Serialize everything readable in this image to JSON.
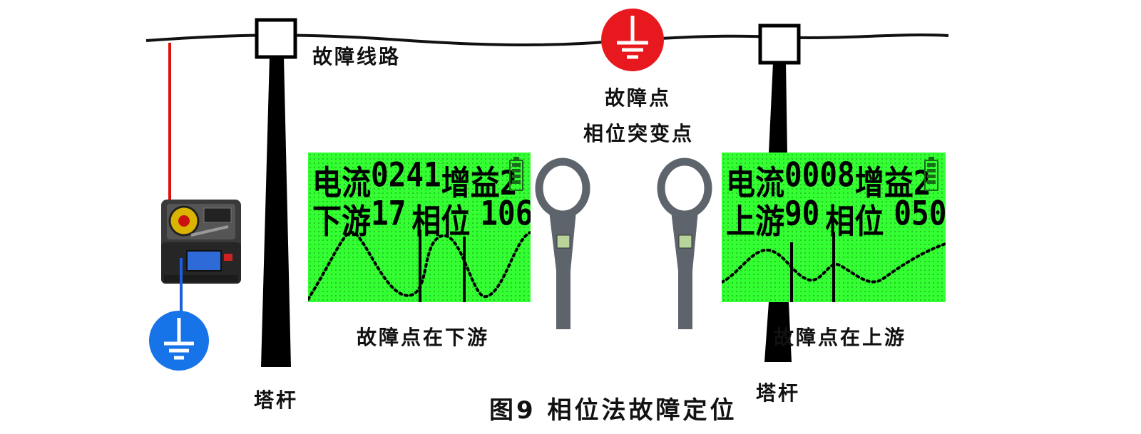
{
  "labels": {
    "fault_line": "故障线路",
    "fault_point": "故障点",
    "phase_jump": "相位突变点",
    "tower_left": "塔杆",
    "tower_right": "塔杆",
    "downstream_caption": "故障点在下游",
    "upstream_caption": "故障点在上游",
    "figure_caption": "图9  相位法故障定位"
  },
  "screens": {
    "left": {
      "row1_name": "电流",
      "row1_value": "0241",
      "row1_gain": "增益2",
      "row2_name": "下游",
      "row2_value": "17",
      "row2_phase": "相位",
      "row2_phase_value": "106"
    },
    "right": {
      "row1_name": "电流",
      "row1_value": "0008",
      "row1_gain": "增益2",
      "row2_name": "上游",
      "row2_value": "90",
      "row2_phase": "相位",
      "row2_phase_value": "050"
    }
  },
  "colors": {
    "screen_green": "#33ff33",
    "ground_red": "#e8191e",
    "ground_blue": "#1673e8",
    "wire_red": "#e01010",
    "wire_blue": "#1a5fe0"
  }
}
